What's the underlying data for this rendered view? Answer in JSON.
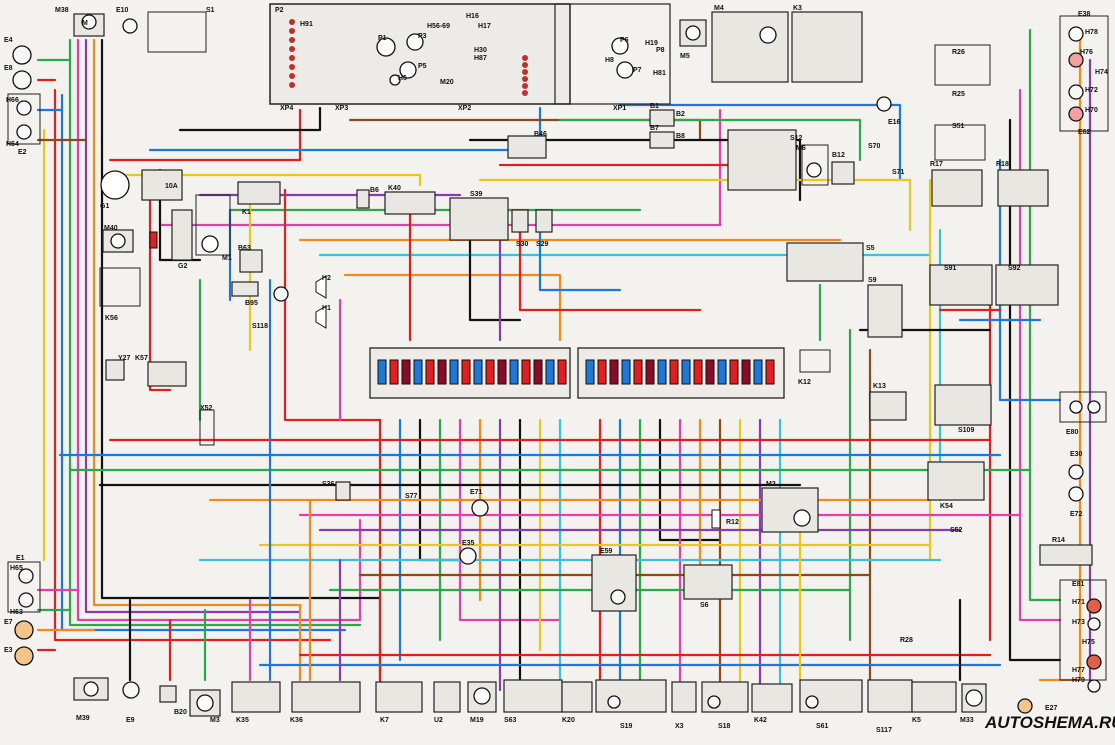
{
  "watermark": "AUTOSHEMA.RU",
  "wire_colors": {
    "red": "#e02020",
    "blue": "#1e78d8",
    "green": "#2aa84a",
    "black": "#111111",
    "orange": "#f08a1c",
    "yellow": "#e8c81e",
    "pink": "#e040a8",
    "violet": "#8a3ab0",
    "brown": "#8b4a1c",
    "cyan": "#3cc0d8",
    "grey": "#8a8a8a",
    "white": "#d8d8d8"
  },
  "top_labels": {
    "m38": "M38",
    "e10": "E10",
    "s1": "S1",
    "p2": "P2",
    "h91": "H91",
    "h16": "H16",
    "h17": "H17",
    "h56_69": "H56-69",
    "h30": "H30",
    "h87": "H87",
    "m20": "M20",
    "p1": "P1",
    "p3": "P3",
    "p5": "P5",
    "h6": "H6",
    "h19": "H19",
    "p6": "P6",
    "p7": "P7",
    "h8": "H8",
    "h81": "H81",
    "p8": "P8",
    "xp4": "XP4",
    "xp3": "XP3",
    "xp2": "XP2",
    "xp1": "XP1",
    "m5": "M5",
    "m4": "M4",
    "k3": "K3",
    "e38": "E38",
    "h78": "H78",
    "h76": "H76",
    "h72": "H72",
    "h70": "H70",
    "h74": "H74",
    "e62": "E62",
    "r26": "R26",
    "r25": "R25",
    "e16": "E16",
    "s51": "S51",
    "b1": "B1",
    "b2": "B2",
    "b7": "B7",
    "b8": "B8",
    "b46": "B46",
    "s12": "S12",
    "m6": "M6",
    "b12": "B12",
    "s70": "S70",
    "s71": "S71",
    "r17": "R17",
    "r18": "R18"
  },
  "left_labels": {
    "e4": "E4",
    "e8": "E8",
    "h66": "H66",
    "h64": "H64",
    "e2": "E2",
    "g1": "G1",
    "g2": "G2",
    "m40": "M40",
    "m1": "M1",
    "k1": "K1",
    "b63": "B63",
    "b95": "B95",
    "s118": "S118",
    "k56": "K56",
    "y27": "Y27",
    "k57": "K57",
    "x52": "X52",
    "h2": "H2",
    "h1": "H1",
    "b6": "B6",
    "k40": "K40",
    "s39": "S39",
    "s30": "S30",
    "s29": "S29",
    "s36": "S36",
    "s77": "S77",
    "e71": "E71",
    "e35": "E35",
    "e59": "E59",
    "e1": "E1",
    "h65": "H65",
    "h63": "H63",
    "e7": "E7",
    "e3": "E3",
    "fuse_rating": "10A"
  },
  "right_labels": {
    "s5": "S5",
    "s9": "S9",
    "s91": "S91",
    "s92": "S92",
    "k12": "K12",
    "k13": "K13",
    "s109": "S109",
    "k54": "K54",
    "e80": "E80",
    "e30": "E30",
    "e72": "E72",
    "s52": "S52",
    "r14": "R14",
    "e81": "E81",
    "h71": "H71",
    "h73": "H73",
    "h75": "H75",
    "h77": "H77",
    "h79": "H79",
    "e27": "E27",
    "m2": "M2",
    "r12": "R12",
    "s6": "S6"
  },
  "bottom_labels": {
    "m39": "M39",
    "e9": "E9",
    "b20": "B20",
    "m3": "M3",
    "k35": "K35",
    "k36": "K36",
    "k7": "K7",
    "u2": "U2",
    "m19": "M19",
    "s63": "S63",
    "k20": "K20",
    "s19": "S19",
    "x3": "X3",
    "s18": "S18",
    "k42": "K42",
    "s61": "S61",
    "s117": "S117",
    "k5": "K5",
    "m33": "M33",
    "r28": "R28"
  }
}
